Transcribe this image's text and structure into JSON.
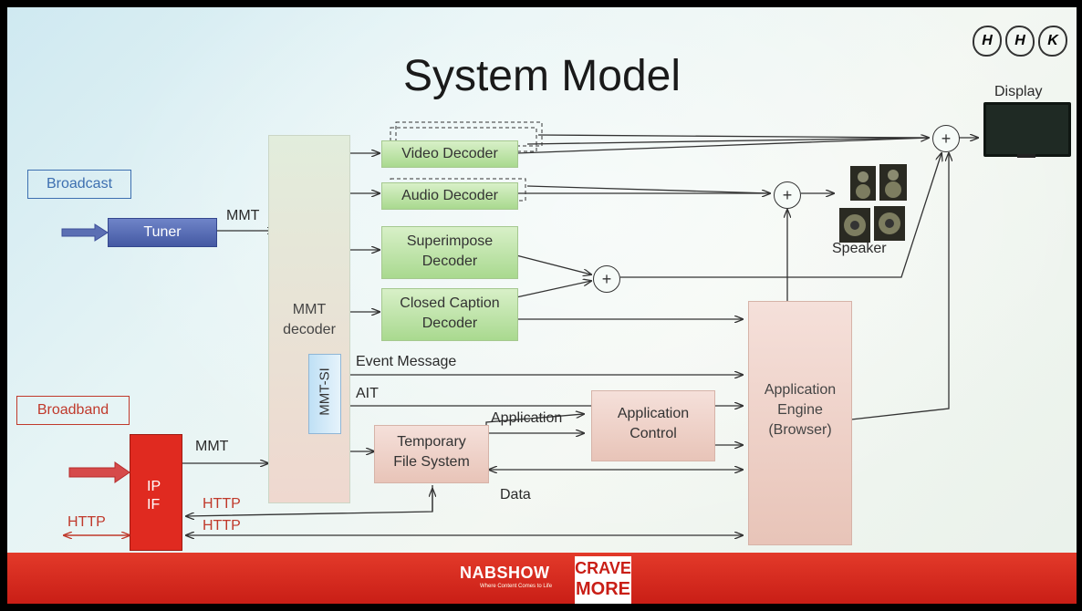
{
  "slide": {
    "title": "System Model",
    "logo": {
      "letters": [
        "H",
        "H",
        "K"
      ]
    },
    "labels": {
      "broadcast": "Broadcast",
      "broadband": "Broadband",
      "mmt_top": "MMT",
      "mmt_bottom": "MMT",
      "http_left": "HTTP",
      "http_mid": "HTTP",
      "http_low": "HTTP",
      "event_message": "Event Message",
      "ait": "AIT",
      "application": "Application",
      "data": "Data",
      "display": "Display",
      "speaker": "Speaker"
    },
    "boxes": {
      "tuner": "Tuner",
      "ip_if_1": "IP",
      "ip_if_2": "IF",
      "mmt_decoder_1": "MMT",
      "mmt_decoder_2": "decoder",
      "mmt_si": "MMT-SI",
      "video_decoder": "Video Decoder",
      "audio_decoder": "Audio Decoder",
      "superimpose_1": "Superimpose",
      "superimpose_2": "Decoder",
      "closed_caption_1": "Closed Caption",
      "closed_caption_2": "Decoder",
      "temp_fs_1": "Temporary",
      "temp_fs_2": "File System",
      "app_control_1": "Application",
      "app_control_2": "Control",
      "app_engine_1": "Application",
      "app_engine_2": "Engine",
      "app_engine_3": "(Browser)"
    },
    "plus_symbol": "+",
    "footer": {
      "nab_brand": "NABSHOW",
      "nab_tagline": "Where Content Comes to Life",
      "crave_1": "CRAVE",
      "crave_2": "MORE"
    }
  }
}
